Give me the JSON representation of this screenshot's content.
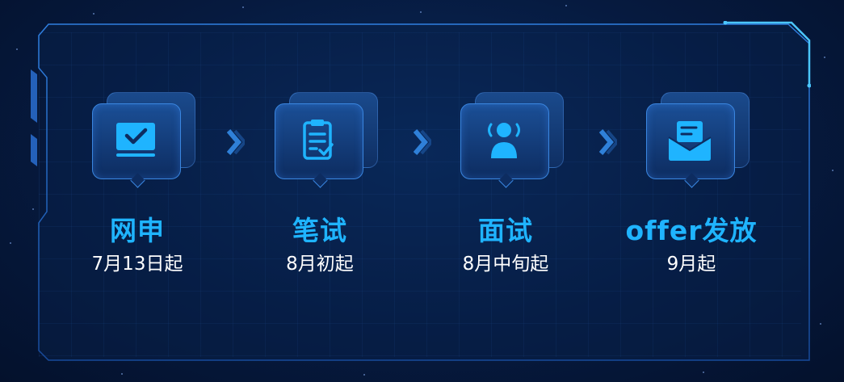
{
  "steps": [
    {
      "title": "网申",
      "date": "7月13日起",
      "icon": "monitor-check-icon"
    },
    {
      "title": "笔试",
      "date": "8月初起",
      "icon": "clipboard-check-icon"
    },
    {
      "title": "面试",
      "date": "8月中旬起",
      "icon": "person-interview-icon"
    },
    {
      "title": "offer发放",
      "date": "9月起",
      "icon": "envelope-letter-icon"
    }
  ],
  "colors": {
    "accent": "#1fb4ff",
    "background": "#061a3f",
    "border": "#3a86e0",
    "text": "#ffffff"
  }
}
